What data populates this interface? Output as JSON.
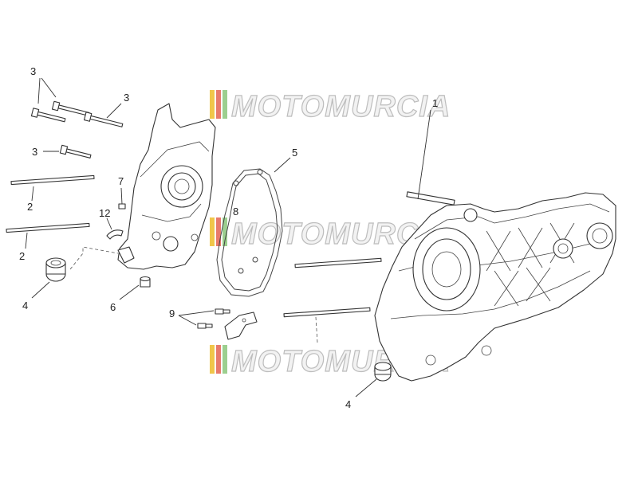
{
  "watermark": {
    "text": "MOTOMURCIA",
    "stripe_colors": [
      "#f0c64a",
      "#e87a6b",
      "#9ccf8f"
    ]
  },
  "callouts": [
    {
      "id": "c1",
      "label": "1"
    },
    {
      "id": "c2a",
      "label": "2"
    },
    {
      "id": "c2b",
      "label": "2"
    },
    {
      "id": "c3a",
      "label": "3"
    },
    {
      "id": "c3b",
      "label": "3"
    },
    {
      "id": "c3c",
      "label": "3"
    },
    {
      "id": "c4a",
      "label": "4"
    },
    {
      "id": "c4b",
      "label": "4"
    },
    {
      "id": "c5",
      "label": "5"
    },
    {
      "id": "c6",
      "label": "6"
    },
    {
      "id": "c7",
      "label": "7"
    },
    {
      "id": "c8",
      "label": "8"
    },
    {
      "id": "c9",
      "label": "9"
    },
    {
      "id": "c12",
      "label": "12"
    }
  ]
}
